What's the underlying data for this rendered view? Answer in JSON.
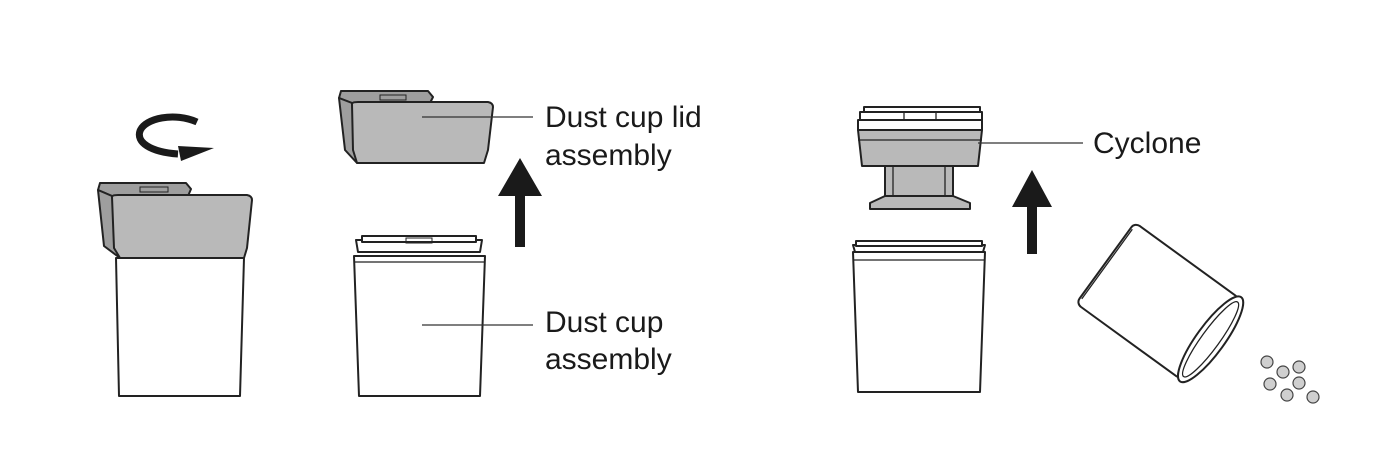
{
  "labels": {
    "dust_cup_lid_assembly": [
      "Dust cup lid",
      "assembly"
    ],
    "dust_cup_assembly": [
      "Dust cup",
      "assembly"
    ],
    "cyclone": "Cyclone"
  },
  "colors": {
    "outline": "#222222",
    "lid_fill": "#b9b9b9",
    "cup_fill": "#ffffff",
    "debris_fill": "#cfcfcf"
  },
  "icons": [
    "rotate-arrow-icon",
    "up-arrow-icon",
    "up-arrow-icon"
  ]
}
